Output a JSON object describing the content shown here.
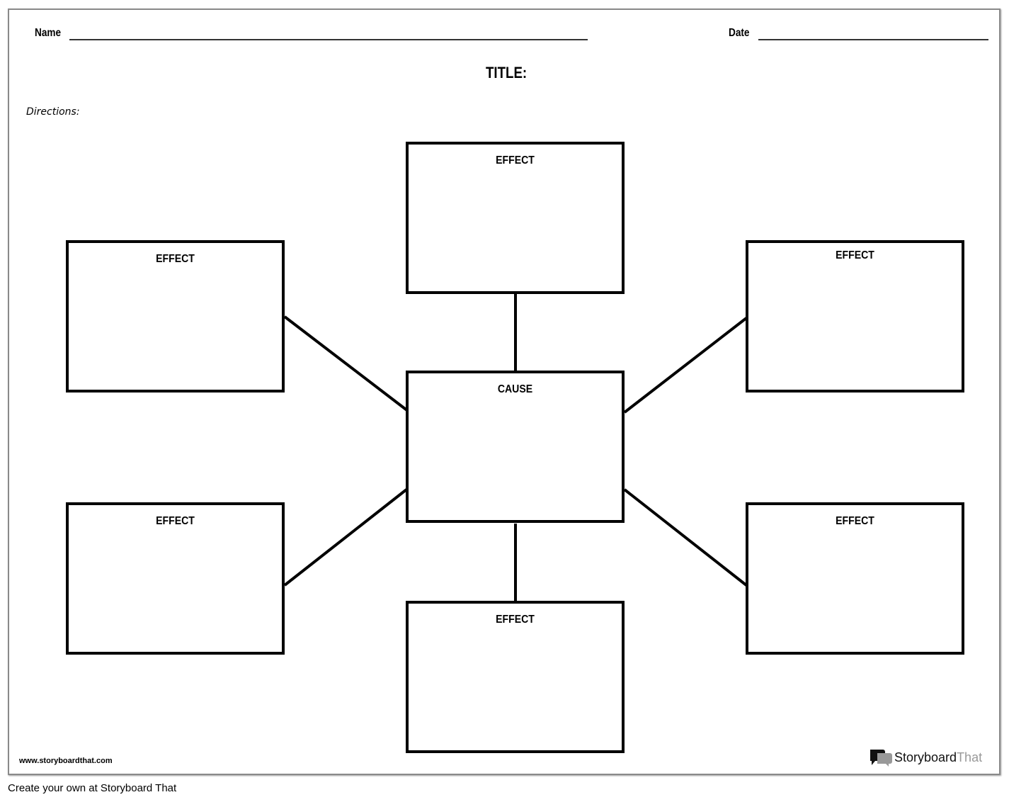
{
  "header": {
    "name_label": "Name",
    "date_label": "Date",
    "title_label": "TITLE:",
    "directions_label": "Directions:"
  },
  "diagram": {
    "cause": "CAUSE",
    "effects": [
      "EFFECT",
      "EFFECT",
      "EFFECT",
      "EFFECT",
      "EFFECT",
      "EFFECT"
    ]
  },
  "footer": {
    "website": "www.storyboardthat.com",
    "logo_text_a": "Storyboard",
    "logo_text_b": "That",
    "credit": "Create your own at Storyboard That"
  }
}
